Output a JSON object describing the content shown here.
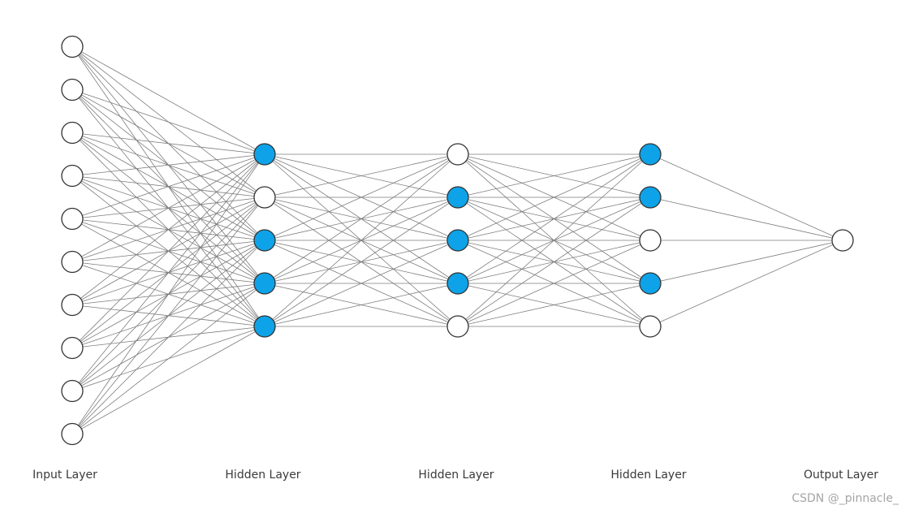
{
  "colors": {
    "active_node": "#0ea3e8",
    "inactive_node": "#ffffff",
    "edge": "#7d7d7d",
    "node_outline": "#333333"
  },
  "layers": [
    {
      "label": "Input Layer",
      "nodes": [
        "inactive",
        "inactive",
        "inactive",
        "inactive",
        "inactive",
        "inactive",
        "inactive",
        "inactive",
        "inactive",
        "inactive"
      ]
    },
    {
      "label": "Hidden Layer",
      "nodes": [
        "active",
        "inactive",
        "active",
        "active",
        "active"
      ]
    },
    {
      "label": "Hidden Layer",
      "nodes": [
        "inactive",
        "active",
        "active",
        "active",
        "inactive"
      ]
    },
    {
      "label": "Hidden Layer",
      "nodes": [
        "active",
        "active",
        "inactive",
        "active",
        "inactive"
      ]
    },
    {
      "label": "Output Layer",
      "nodes": [
        "inactive"
      ]
    }
  ],
  "connectivity": "fully-connected",
  "watermark": "CSDN @_pinnacle_"
}
